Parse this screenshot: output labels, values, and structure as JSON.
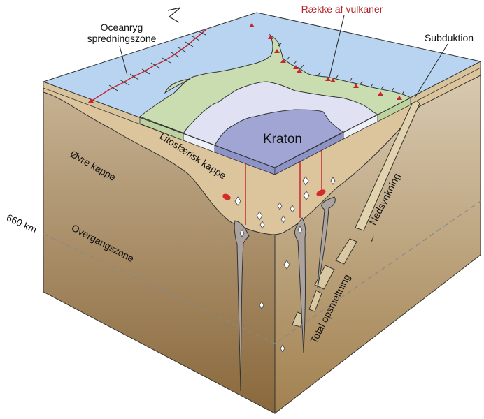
{
  "title": "Kraton og kappe blokdiagram",
  "north_symbol": "Z",
  "labels": {
    "ridge_line1": "Oceanryg",
    "ridge_line2": "spredningszone",
    "volcano_row": "Række af vulkaner",
    "subduction": "Subduktion",
    "craton": "Kraton",
    "lithospheric_mantle": "Litosfærisk kappe",
    "upper_mantle": "Øvre kappe",
    "depth_660": "660 km",
    "transition_zone": "Overgangszone",
    "sinking": "Nedsynkning",
    "total_melting": "Total opsmeltning"
  },
  "colors": {
    "ocean": "#b9d4f0",
    "continent": "#c9ddb0",
    "platform": "#e0e2f3",
    "craton": "#a0a5d4",
    "lithosphere": "#dcc59c",
    "volcano": "#c4262e",
    "plume": "#aaa3a0"
  }
}
